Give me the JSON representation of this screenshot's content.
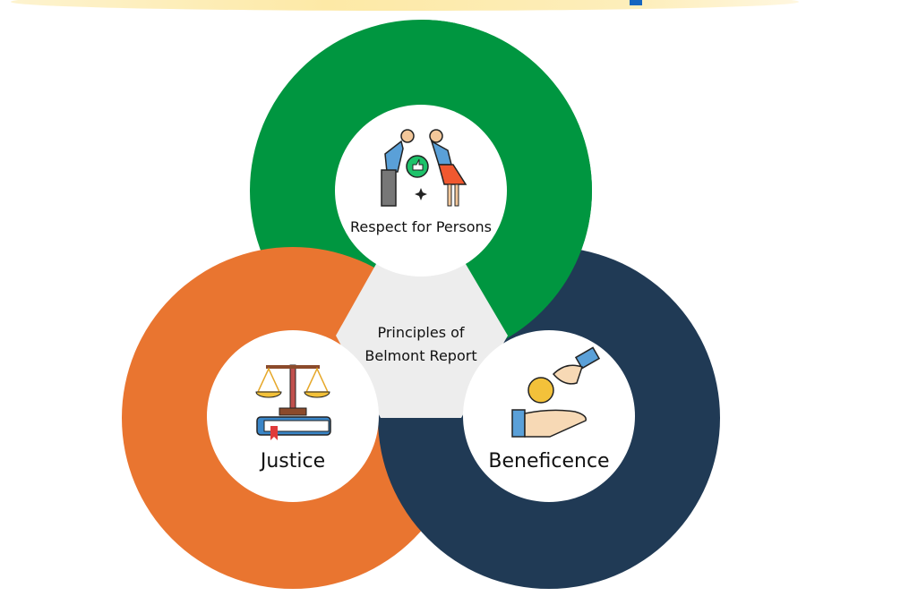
{
  "center": {
    "line1": "Principles of",
    "line2": "Belmont Report"
  },
  "principles": [
    {
      "label": "Respect for Persons",
      "color": "#009640",
      "icon": "people-bowing-icon"
    },
    {
      "label": "Justice",
      "color": "#e97530",
      "icon": "scales-of-justice-icon"
    },
    {
      "label": "Beneficence",
      "color": "#203a55",
      "icon": "hand-giving-coin-icon"
    }
  ],
  "colors": {
    "center": "#ededed",
    "inner": "#ffffff"
  }
}
